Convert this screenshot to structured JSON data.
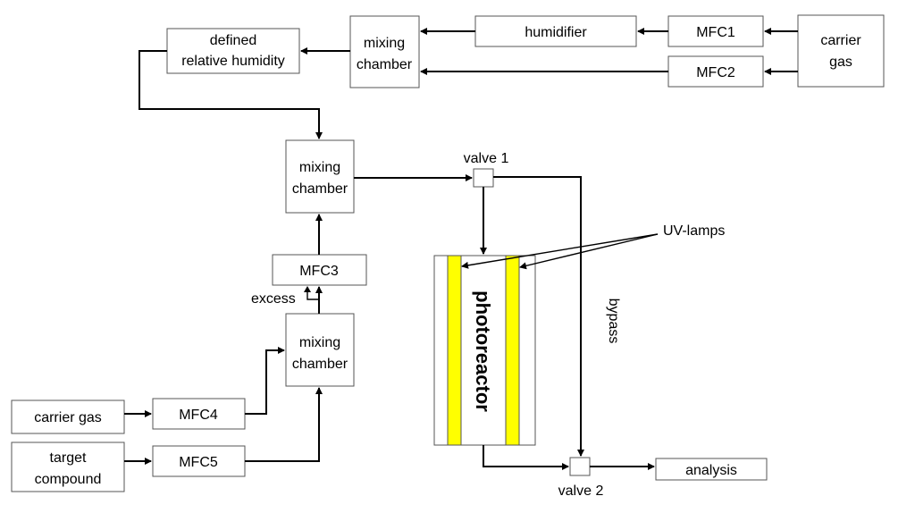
{
  "colors": {
    "lamp": "#ffff00",
    "box_border": "#555555",
    "line": "#000000"
  },
  "nodes": {
    "carrier_gas_top": [
      "carrier",
      "gas"
    ],
    "mfc1": "MFC1",
    "mfc2": "MFC2",
    "humidifier": "humidifier",
    "mixing_chamber_top": [
      "mixing",
      "chamber"
    ],
    "defined_rh": [
      "defined",
      "relative humidity"
    ],
    "mixing_chamber_mid": [
      "mixing",
      "chamber"
    ],
    "mfc3": "MFC3",
    "mixing_chamber_low": [
      "mixing",
      "chamber"
    ],
    "carrier_gas_left": "carrier gas",
    "mfc4": "MFC4",
    "target_compound": [
      "target",
      "compound"
    ],
    "mfc5": "MFC5",
    "analysis": "analysis",
    "photoreactor": "photoreactor"
  },
  "labels": {
    "valve1": "valve 1",
    "valve2": "valve 2",
    "excess": "excess",
    "uv_lamps": "UV-lamps",
    "bypass": "bypass"
  }
}
